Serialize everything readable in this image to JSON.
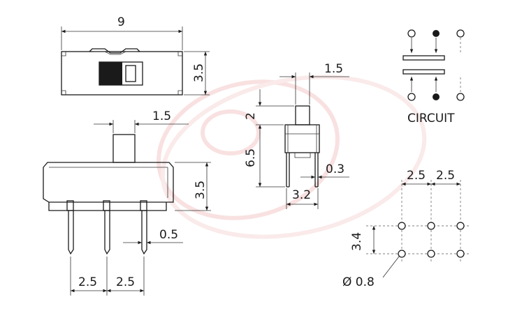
{
  "dimensions": {
    "top_length": "9",
    "top_height": "3.5",
    "side_width": "1.5",
    "actuator_height": "2",
    "body_height": "6.5",
    "pin_thickness": "0.3",
    "pin_span": "3.2",
    "front_actuator_width": "1.5",
    "front_body_height": "3.5",
    "pin_width": "0.5",
    "pitch_left": "2.5",
    "pitch_right": "2.5",
    "pcb_pitch_left": "2.5",
    "pcb_pitch_right": "2.5",
    "pcb_row_spacing": "3.4",
    "hole_diameter": "Ø 0.8"
  },
  "circuit": {
    "label": "CIRCUIT"
  },
  "colors": {
    "line": "#1a1a1a",
    "watermark": "#f2c9c9"
  }
}
